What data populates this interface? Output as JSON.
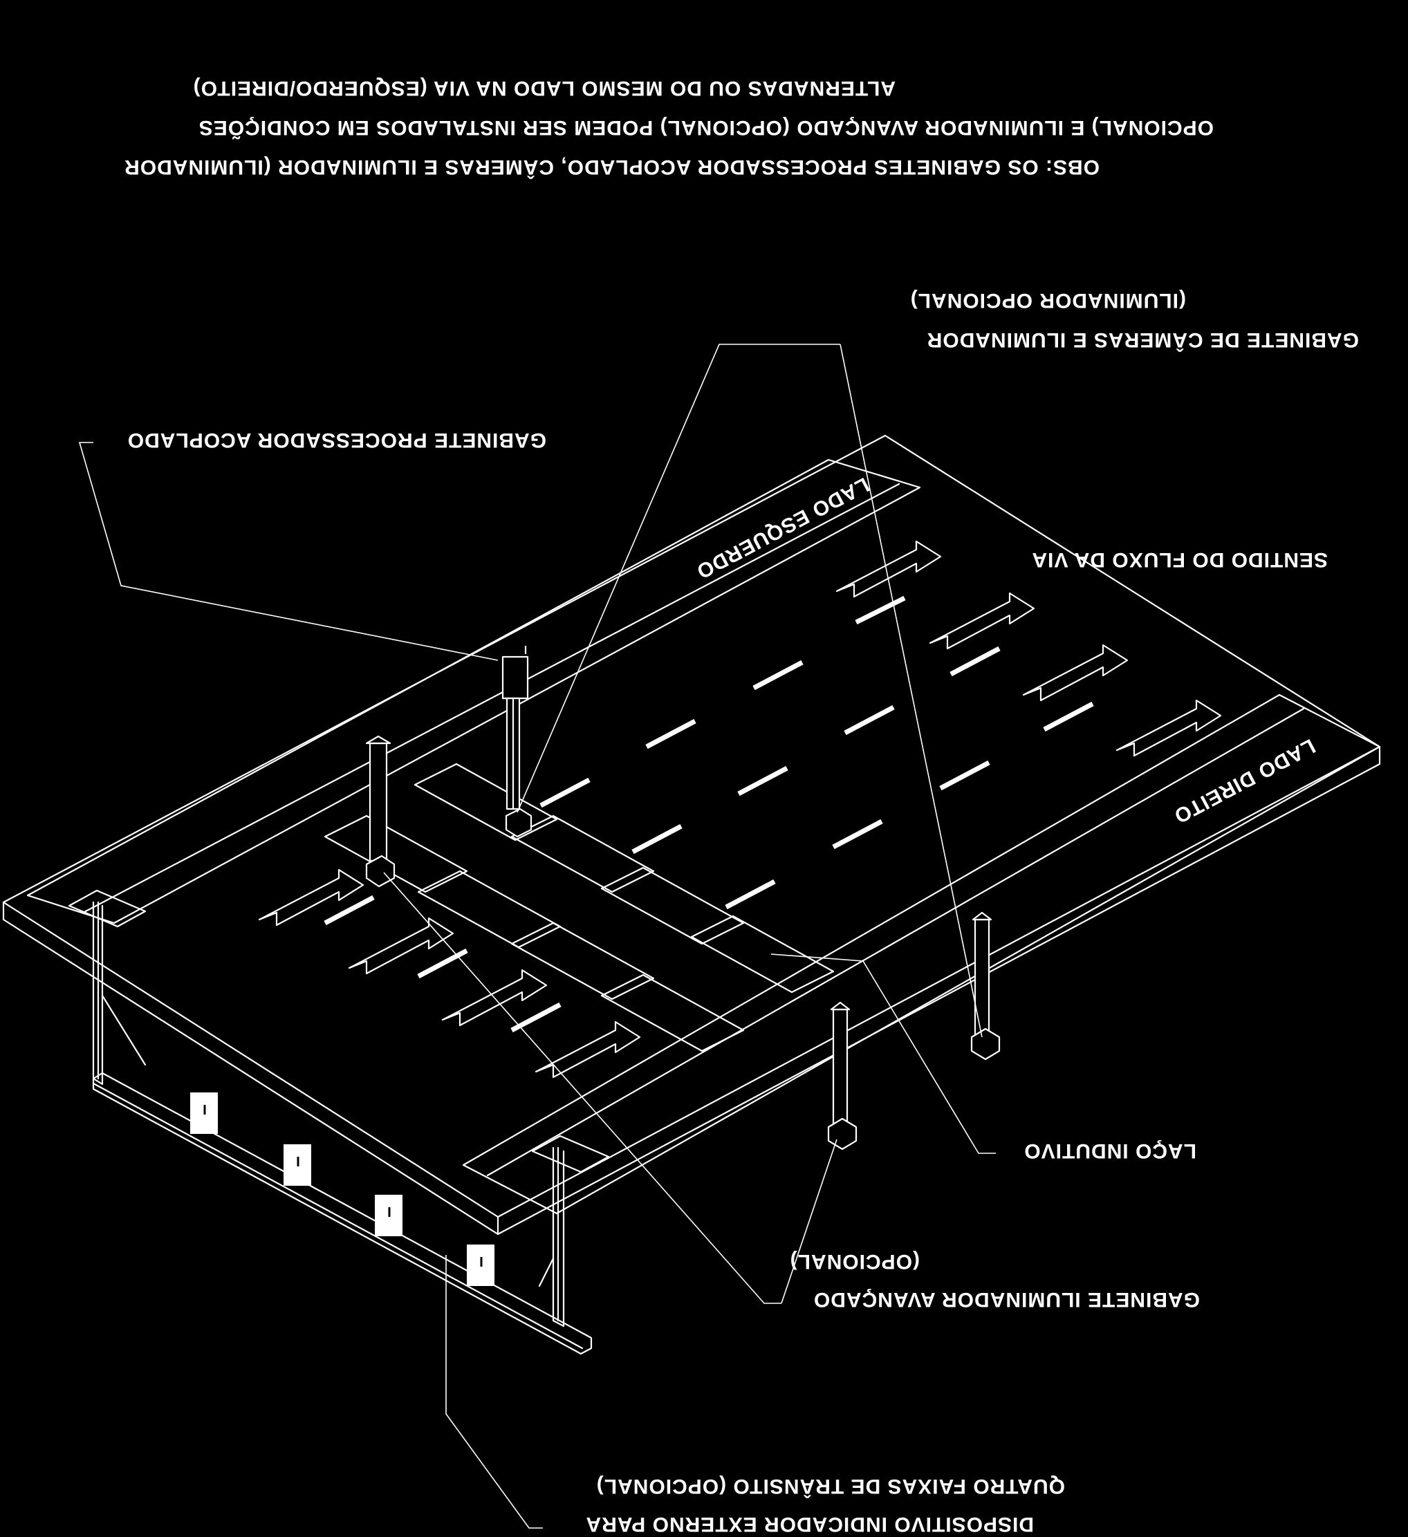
{
  "diagram": {
    "observation": {
      "line1": "OBS: OS GABINETES PROCESSADOR ACOPLADO, CÂMERAS E ILUMINADOR (ILUMINADOR",
      "line2": "OPCIONAL) E ILUMINADOR AVANÇADO (OPCIONAL) PODEM SER INSTALADOS EM CONDIÇÕES",
      "line3": "ALTERNADAS OU DO MESMO LADO NA VIA (ESQUERDO/DIREITO)"
    },
    "labels": {
      "camera_cabinet_line1": "GABINETE DE CÂMERAS E ILUMINADOR",
      "camera_cabinet_line2": "(ILUMINADOR OPCIONAL)",
      "processor_cabinet": "GABINETE PROCESSADOR ACOPLADO",
      "traffic_direction": "SENTIDO DO FLUXO DA VIA",
      "left_side": "LADO ESQUERDO",
      "right_side": "LADO DIREITO",
      "inductive_loop": "LAÇO INDUTIVO",
      "advanced_illuminator_line1": "GABINETE ILUMINADOR AVANÇADO",
      "advanced_illuminator_line2": "(OPCIONAL)",
      "external_device_line1": "DISPOSITIVO INDICADOR EXTERNO PARA",
      "external_device_line2": "QUATRO FAIXAS DE TRÂNSITO (OPCIONAL)"
    },
    "colors": {
      "background": "#000000",
      "ink": "#ffffff"
    },
    "orientation": "rotated-180"
  }
}
